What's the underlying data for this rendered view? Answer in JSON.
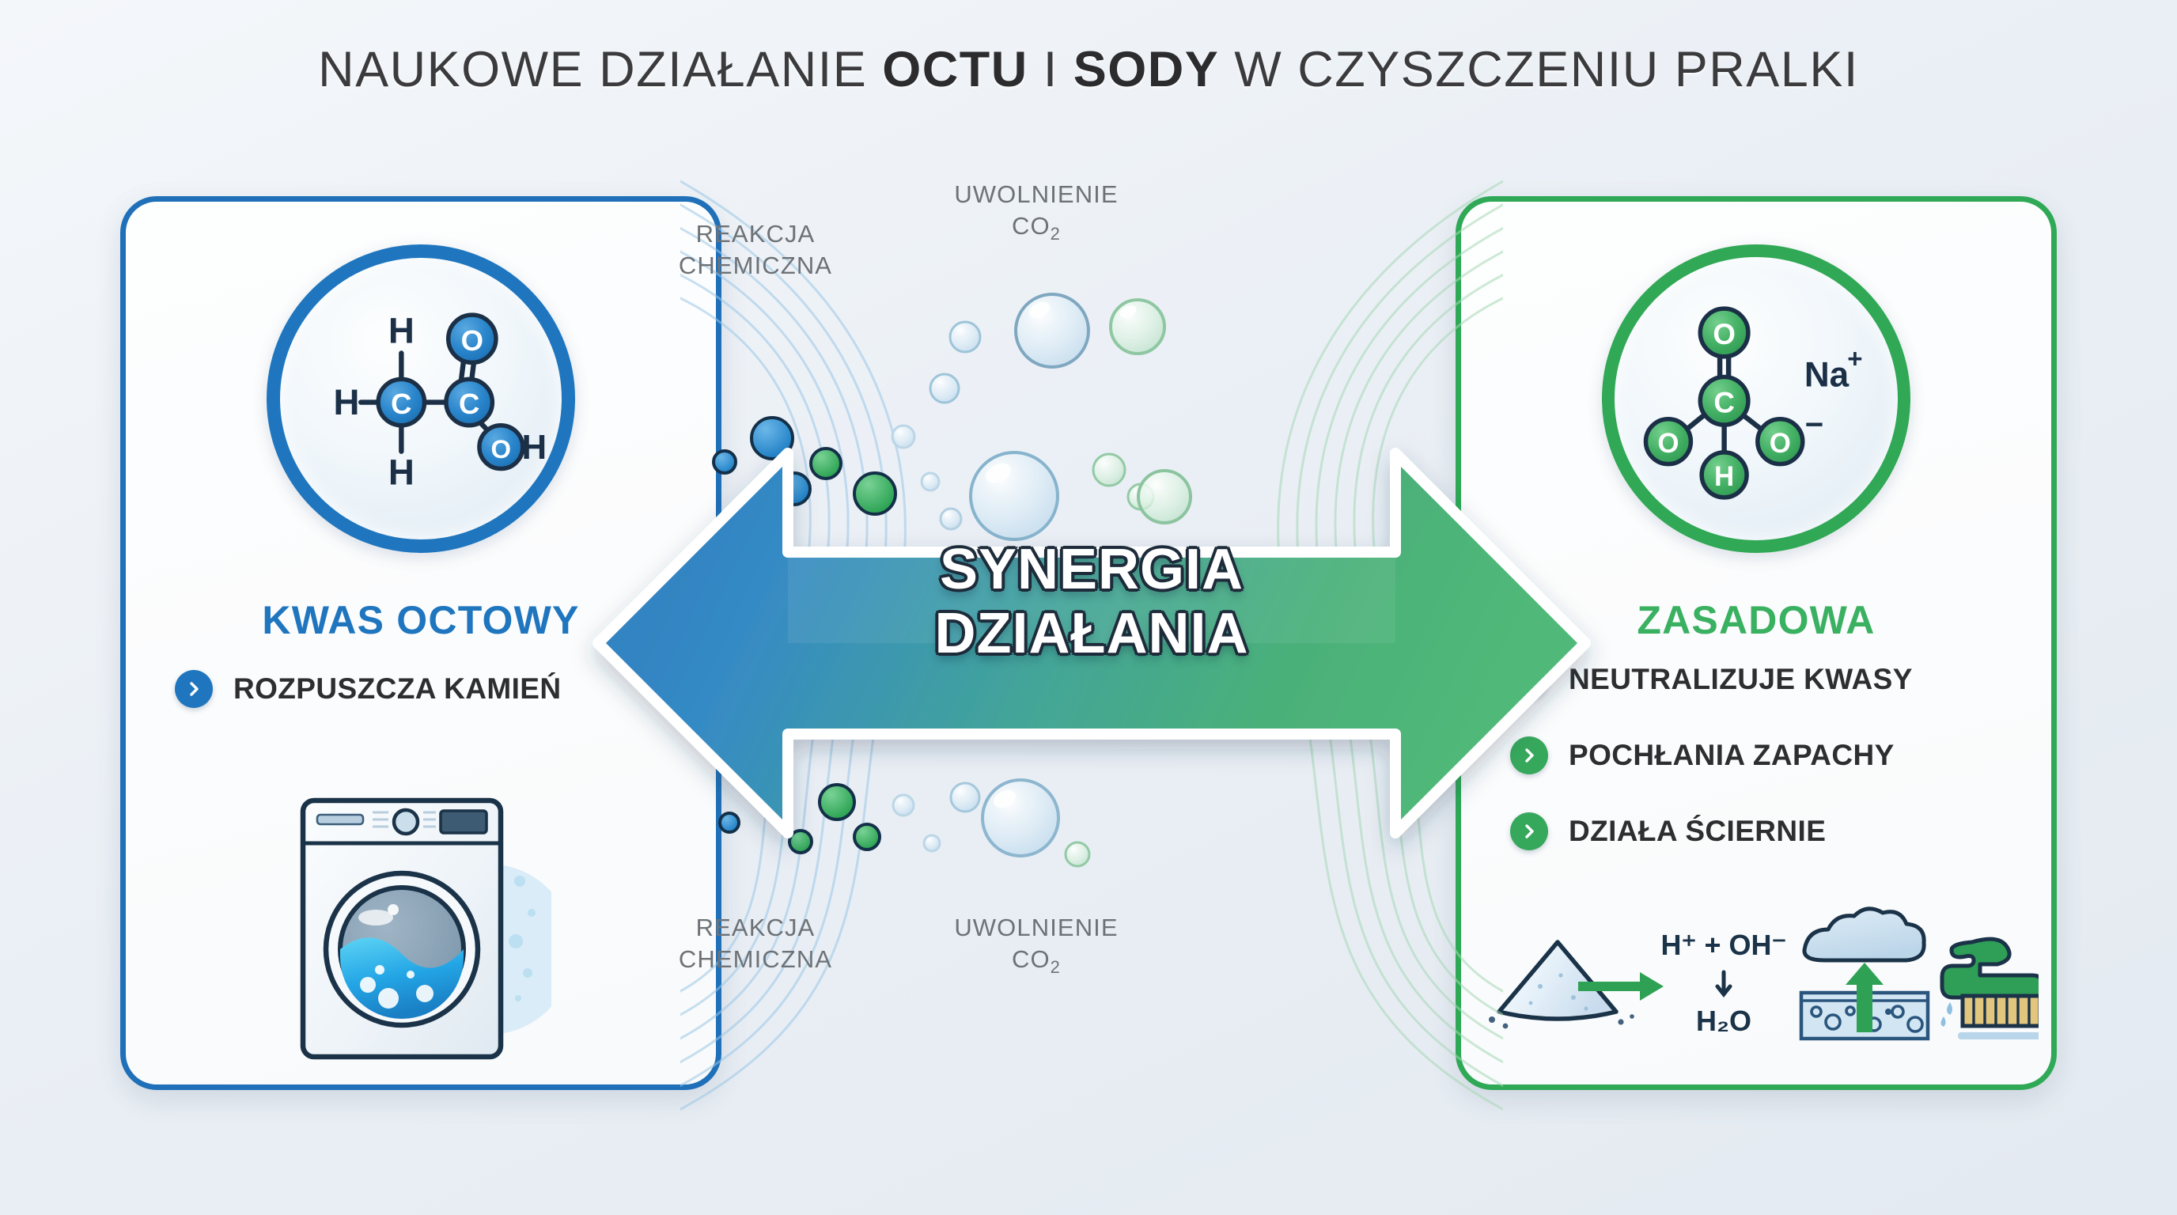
{
  "title": {
    "pre": "NAUKOWE DZIAŁANIE ",
    "bold1": "OCTU",
    "mid": " I ",
    "bold2": "SODY",
    "post": " W CZYSZCZENIU PRALKI",
    "full": "NAUKOWE DZIAŁANIE OCTU I SODY W CZYSZCZENIU PRALKI",
    "color": "#3b3b3d"
  },
  "left_panel": {
    "accent_color": "#1f76bf",
    "substance_name": "KWAS OCTOWY",
    "molecule": {
      "name": "acetic-acid",
      "atoms": [
        "H",
        "H",
        "H",
        "C",
        "C",
        "O",
        "OH"
      ],
      "labels": {
        "h_top": "H",
        "h_left": "H",
        "h_bottom": "H",
        "c1": "C",
        "c2": "C",
        "o_double": "O",
        "oh": "OH"
      }
    },
    "bullets": [
      {
        "label": "ROZPUSZCZA KAMIEŃ"
      }
    ],
    "illustration": "washing-machine"
  },
  "right_panel": {
    "accent_color": "#3ab061",
    "substance_name": "ZASADOWA",
    "molecule": {
      "name": "sodium-bicarbonate",
      "atoms": [
        "O",
        "C",
        "O",
        "O",
        "H",
        "Na"
      ],
      "labels": {
        "o_top": "O",
        "c": "C",
        "o_left": "O",
        "o_right": "O",
        "h": "H",
        "na": "Na",
        "na_charge": "+",
        "o_charge": "−"
      }
    },
    "bullets": [
      {
        "label": "NEUTRALIZUJE KWASY"
      },
      {
        "label": "POCHŁANIA ZAPACHY"
      },
      {
        "label": "DZIAŁA ŚCIERNIE"
      }
    ],
    "icons": {
      "powder_reaction": {
        "formula_top": "H⁺ + OH⁻",
        "formula_bottom": "H₂O"
      },
      "odor_absorption": "cloud-sponge-arrow",
      "abrasive": "scrub-brush"
    }
  },
  "center": {
    "arrow_label_line1": "SYNERGIA",
    "arrow_label_line2": "DZIAŁANIA",
    "arrow_gradient_start": "#1f76bf",
    "arrow_gradient_end": "#3aab62",
    "captions": {
      "reaction_top": "REAKCJA CHEMICZNA",
      "co2_top_line1": "UWOLNIENIE",
      "co2_top_line2": "CO",
      "co2_top_sub": "2",
      "reaction_bottom": "REAKCJA CHEMICZNA",
      "co2_bottom_line1": "UWOLNIENIE",
      "co2_bottom_line2": "CO",
      "co2_bottom_sub": "2"
    },
    "caption_color": "#6d7277"
  },
  "icon_names": {
    "chevron": "chevron-right-icon",
    "washer": "washing-machine-icon",
    "powder": "powder-pile-icon",
    "cloud": "odor-cloud-icon",
    "brush": "scrub-brush-icon",
    "bubble": "bubble-icon",
    "molecule_left": "acetic-acid-molecule-icon",
    "molecule_right": "sodium-bicarbonate-molecule-icon"
  }
}
